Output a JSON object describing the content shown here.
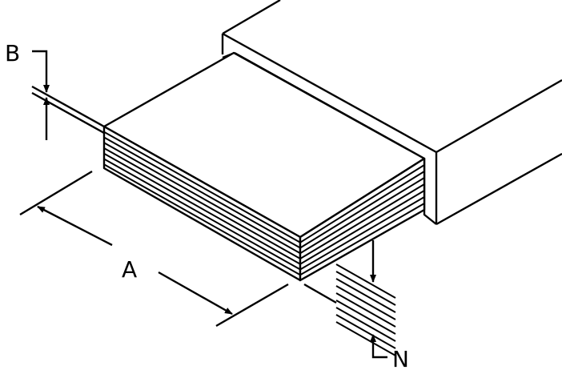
{
  "labels": {
    "a": "A",
    "b": "B",
    "n": "N"
  },
  "colors": {
    "stroke": "#000000",
    "background": "#ffffff"
  },
  "layer_count": 8
}
